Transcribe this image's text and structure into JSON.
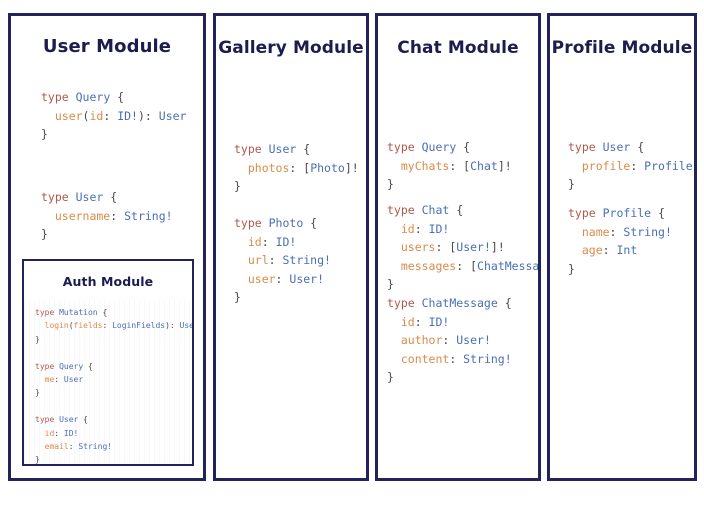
{
  "theme": {
    "panel_border_color": "#23235c",
    "title_color": "#1c1c4e",
    "background": "#ffffff",
    "code_keyword_color": "#b0584c",
    "code_type_color": "#4a6fb5",
    "code_field_color": "#d98b4a",
    "code_punctuation_color": "#4a4a4a"
  },
  "panels": {
    "user": {
      "title": "User Module",
      "blocks": [
        {
          "lines": [
            [
              {
                "t": "type ",
                "c": "kw"
              },
              {
                "t": "Query",
                "c": "typ"
              },
              {
                "t": " {",
                "c": "pun"
              }
            ],
            [
              {
                "t": "  user",
                "c": "fld"
              },
              {
                "t": "(",
                "c": "pun"
              },
              {
                "t": "id",
                "c": "fld"
              },
              {
                "t": ": ",
                "c": "pun"
              },
              {
                "t": "ID!",
                "c": "typ"
              },
              {
                "t": ")",
                "c": "pun"
              },
              {
                "t": ": ",
                "c": "pun"
              },
              {
                "t": "User",
                "c": "typ"
              }
            ],
            [
              {
                "t": "}",
                "c": "pun"
              }
            ]
          ]
        },
        {
          "lines": [
            [
              {
                "t": "type ",
                "c": "kw"
              },
              {
                "t": "User",
                "c": "typ"
              },
              {
                "t": " {",
                "c": "pun"
              }
            ],
            [
              {
                "t": "  username",
                "c": "fld"
              },
              {
                "t": ": ",
                "c": "pun"
              },
              {
                "t": "String!",
                "c": "typ"
              }
            ],
            [
              {
                "t": "}",
                "c": "pun"
              }
            ]
          ]
        }
      ],
      "nested": {
        "auth": {
          "title": "Auth Module",
          "blocks": [
            {
              "lines": [
                [
                  {
                    "t": "type ",
                    "c": "kw"
                  },
                  {
                    "t": "Mutation",
                    "c": "typ"
                  },
                  {
                    "t": " {",
                    "c": "pun"
                  }
                ],
                [
                  {
                    "t": "  login",
                    "c": "fld"
                  },
                  {
                    "t": "(",
                    "c": "pun"
                  },
                  {
                    "t": "fields",
                    "c": "fld"
                  },
                  {
                    "t": ": ",
                    "c": "pun"
                  },
                  {
                    "t": "LoginFields",
                    "c": "typ"
                  },
                  {
                    "t": ")",
                    "c": "pun"
                  },
                  {
                    "t": ": ",
                    "c": "pun"
                  },
                  {
                    "t": "User",
                    "c": "typ"
                  }
                ],
                [
                  {
                    "t": "}",
                    "c": "pun"
                  }
                ]
              ]
            },
            {
              "lines": [
                [
                  {
                    "t": "type ",
                    "c": "kw"
                  },
                  {
                    "t": "Query",
                    "c": "typ"
                  },
                  {
                    "t": " {",
                    "c": "pun"
                  }
                ],
                [
                  {
                    "t": "  me",
                    "c": "fld"
                  },
                  {
                    "t": ": ",
                    "c": "pun"
                  },
                  {
                    "t": "User",
                    "c": "typ"
                  }
                ],
                [
                  {
                    "t": "}",
                    "c": "pun"
                  }
                ]
              ]
            },
            {
              "lines": [
                [
                  {
                    "t": "type ",
                    "c": "kw"
                  },
                  {
                    "t": "User",
                    "c": "typ"
                  },
                  {
                    "t": " {",
                    "c": "pun"
                  }
                ],
                [
                  {
                    "t": "  id",
                    "c": "fld"
                  },
                  {
                    "t": ": ",
                    "c": "pun"
                  },
                  {
                    "t": "ID!",
                    "c": "typ"
                  }
                ],
                [
                  {
                    "t": "  email",
                    "c": "fld"
                  },
                  {
                    "t": ": ",
                    "c": "pun"
                  },
                  {
                    "t": "String!",
                    "c": "typ"
                  }
                ],
                [
                  {
                    "t": "}",
                    "c": "pun"
                  }
                ]
              ]
            }
          ]
        }
      }
    },
    "gallery": {
      "title": "Gallery Module",
      "blocks": [
        {
          "lines": [
            [
              {
                "t": "type ",
                "c": "kw"
              },
              {
                "t": "User",
                "c": "typ"
              },
              {
                "t": " {",
                "c": "pun"
              }
            ],
            [
              {
                "t": "  photos",
                "c": "fld"
              },
              {
                "t": ": ",
                "c": "pun"
              },
              {
                "t": "[",
                "c": "pun"
              },
              {
                "t": "Photo",
                "c": "typ"
              },
              {
                "t": "]!",
                "c": "pun"
              }
            ],
            [
              {
                "t": "}",
                "c": "pun"
              }
            ]
          ]
        },
        {
          "lines": [
            [
              {
                "t": "type ",
                "c": "kw"
              },
              {
                "t": "Photo",
                "c": "typ"
              },
              {
                "t": " {",
                "c": "pun"
              }
            ],
            [
              {
                "t": "  id",
                "c": "fld"
              },
              {
                "t": ": ",
                "c": "pun"
              },
              {
                "t": "ID!",
                "c": "typ"
              }
            ],
            [
              {
                "t": "  url",
                "c": "fld"
              },
              {
                "t": ": ",
                "c": "pun"
              },
              {
                "t": "String!",
                "c": "typ"
              }
            ],
            [
              {
                "t": "  user",
                "c": "fld"
              },
              {
                "t": ": ",
                "c": "pun"
              },
              {
                "t": "User!",
                "c": "typ"
              }
            ],
            [
              {
                "t": "}",
                "c": "pun"
              }
            ]
          ]
        }
      ]
    },
    "chat": {
      "title": "Chat Module",
      "blocks": [
        {
          "lines": [
            [
              {
                "t": "type ",
                "c": "kw"
              },
              {
                "t": "Query",
                "c": "typ"
              },
              {
                "t": " {",
                "c": "pun"
              }
            ],
            [
              {
                "t": "  myChats",
                "c": "fld"
              },
              {
                "t": ": ",
                "c": "pun"
              },
              {
                "t": "[",
                "c": "pun"
              },
              {
                "t": "Chat",
                "c": "typ"
              },
              {
                "t": "]!",
                "c": "pun"
              }
            ],
            [
              {
                "t": "}",
                "c": "pun"
              }
            ]
          ]
        },
        {
          "lines": [
            [
              {
                "t": "type ",
                "c": "kw"
              },
              {
                "t": "Chat",
                "c": "typ"
              },
              {
                "t": " {",
                "c": "pun"
              }
            ],
            [
              {
                "t": "  id",
                "c": "fld"
              },
              {
                "t": ": ",
                "c": "pun"
              },
              {
                "t": "ID!",
                "c": "typ"
              }
            ],
            [
              {
                "t": "  users",
                "c": "fld"
              },
              {
                "t": ": ",
                "c": "pun"
              },
              {
                "t": "[",
                "c": "pun"
              },
              {
                "t": "User!",
                "c": "typ"
              },
              {
                "t": "]!",
                "c": "pun"
              }
            ],
            [
              {
                "t": "  messages",
                "c": "fld"
              },
              {
                "t": ": ",
                "c": "pun"
              },
              {
                "t": "[",
                "c": "pun"
              },
              {
                "t": "ChatMessage",
                "c": "typ"
              },
              {
                "t": "]!",
                "c": "pun"
              }
            ],
            [
              {
                "t": "}",
                "c": "pun"
              }
            ]
          ]
        },
        {
          "lines": [
            [
              {
                "t": "type ",
                "c": "kw"
              },
              {
                "t": "ChatMessage",
                "c": "typ"
              },
              {
                "t": " {",
                "c": "pun"
              }
            ],
            [
              {
                "t": "  id",
                "c": "fld"
              },
              {
                "t": ": ",
                "c": "pun"
              },
              {
                "t": "ID!",
                "c": "typ"
              }
            ],
            [
              {
                "t": "  author",
                "c": "fld"
              },
              {
                "t": ": ",
                "c": "pun"
              },
              {
                "t": "User!",
                "c": "typ"
              }
            ],
            [
              {
                "t": "  content",
                "c": "fld"
              },
              {
                "t": ": ",
                "c": "pun"
              },
              {
                "t": "String!",
                "c": "typ"
              }
            ],
            [
              {
                "t": "}",
                "c": "pun"
              }
            ]
          ]
        }
      ]
    },
    "profile": {
      "title": "Profile Module",
      "blocks": [
        {
          "lines": [
            [
              {
                "t": "type ",
                "c": "kw"
              },
              {
                "t": "User",
                "c": "typ"
              },
              {
                "t": " {",
                "c": "pun"
              }
            ],
            [
              {
                "t": "  profile",
                "c": "fld"
              },
              {
                "t": ": ",
                "c": "pun"
              },
              {
                "t": "Profile!",
                "c": "typ"
              }
            ],
            [
              {
                "t": "}",
                "c": "pun"
              }
            ]
          ]
        },
        {
          "lines": [
            [
              {
                "t": "type ",
                "c": "kw"
              },
              {
                "t": "Profile",
                "c": "typ"
              },
              {
                "t": " {",
                "c": "pun"
              }
            ],
            [
              {
                "t": "  name",
                "c": "fld"
              },
              {
                "t": ": ",
                "c": "pun"
              },
              {
                "t": "String!",
                "c": "typ"
              }
            ],
            [
              {
                "t": "  age",
                "c": "fld"
              },
              {
                "t": ": ",
                "c": "pun"
              },
              {
                "t": "Int",
                "c": "typ"
              }
            ],
            [
              {
                "t": "}",
                "c": "pun"
              }
            ]
          ]
        }
      ]
    }
  }
}
